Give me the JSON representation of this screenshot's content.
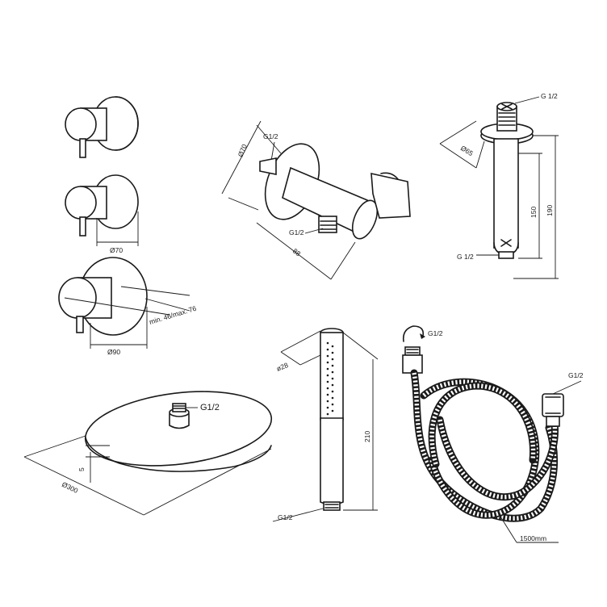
{
  "labels": {
    "mixer_diameter_70": "Ø70",
    "mixer_depth_range": "min. 46/max. 76",
    "mixer_diameter_90": "Ø90",
    "elbow_thread_top": "G1/2",
    "elbow_diameter": "Ø70",
    "elbow_thread_bottom": "G1/2",
    "elbow_length": "88",
    "arm_thread_top": "G 1/2",
    "arm_flange_diameter": "Ø65",
    "arm_length_150": "150",
    "arm_length_190": "190",
    "arm_thread_bottom": "G 1/2",
    "head_thread": "G1/2",
    "head_thickness": "5",
    "head_diameter": "Ø300",
    "hand_diameter": "ø28",
    "hand_length": "210",
    "hand_thread": "G1/2",
    "hose_thread_top": "G1/2",
    "hose_thread_right": "G1/2",
    "hose_length": "1500mm"
  }
}
